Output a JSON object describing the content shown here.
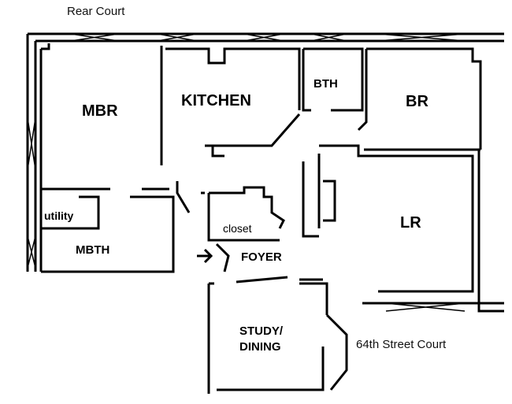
{
  "courts": {
    "rear": "Rear Court",
    "street": "64th Street Court"
  },
  "rooms": {
    "mbr": "MBR",
    "kitchen": "KITCHEN",
    "bth": "BTH",
    "br": "BR",
    "utility": "utility",
    "mbth": "MBTH",
    "closet": "closet",
    "foyer": "FOYER",
    "lr": "LR",
    "study_line1": "STUDY/",
    "study_line2": "DINING"
  },
  "colors": {
    "wall": "#000000",
    "background": "#ffffff"
  }
}
